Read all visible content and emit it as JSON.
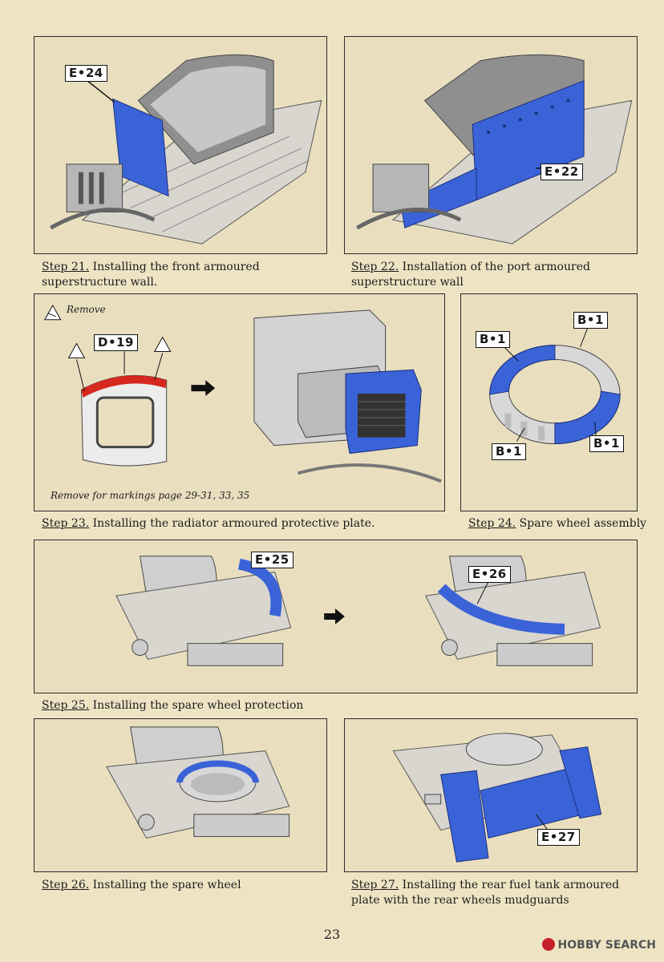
{
  "page_number": "23",
  "watermark": "HOBBY SEARCH",
  "remove_legend": "Remove",
  "remove_note": "Remove for markings page 29-31, 33, 35",
  "colors": {
    "new_part": "#3a63d8",
    "removed": "#d6281f",
    "paper": "#eee4c4"
  },
  "steps": [
    {
      "no": "Step 21.",
      "text": "Installing the front armoured superstructure wall.",
      "part_labels": [
        "E•24"
      ]
    },
    {
      "no": "Step 22.",
      "text": "Installation of the port armoured superstructure wall",
      "part_labels": [
        "E•22"
      ]
    },
    {
      "no": "Step 23.",
      "text": "Installing the radiator armoured protective plate.",
      "part_labels": [
        "D•19"
      ]
    },
    {
      "no": "Step 24.",
      "text": "Spare wheel assembly",
      "part_labels": [
        "B•1",
        "B•1",
        "B•1",
        "B•1"
      ]
    },
    {
      "no": "Step 25.",
      "text": "Installing the spare wheel protection",
      "part_labels": [
        "E•25",
        "E•26"
      ]
    },
    {
      "no": "Step 26.",
      "text": "Installing the spare wheel",
      "part_labels": []
    },
    {
      "no": "Step 27.",
      "text": "Installing the rear fuel tank armoured plate with the rear wheels mudguards",
      "part_labels": [
        "E•27"
      ]
    }
  ]
}
